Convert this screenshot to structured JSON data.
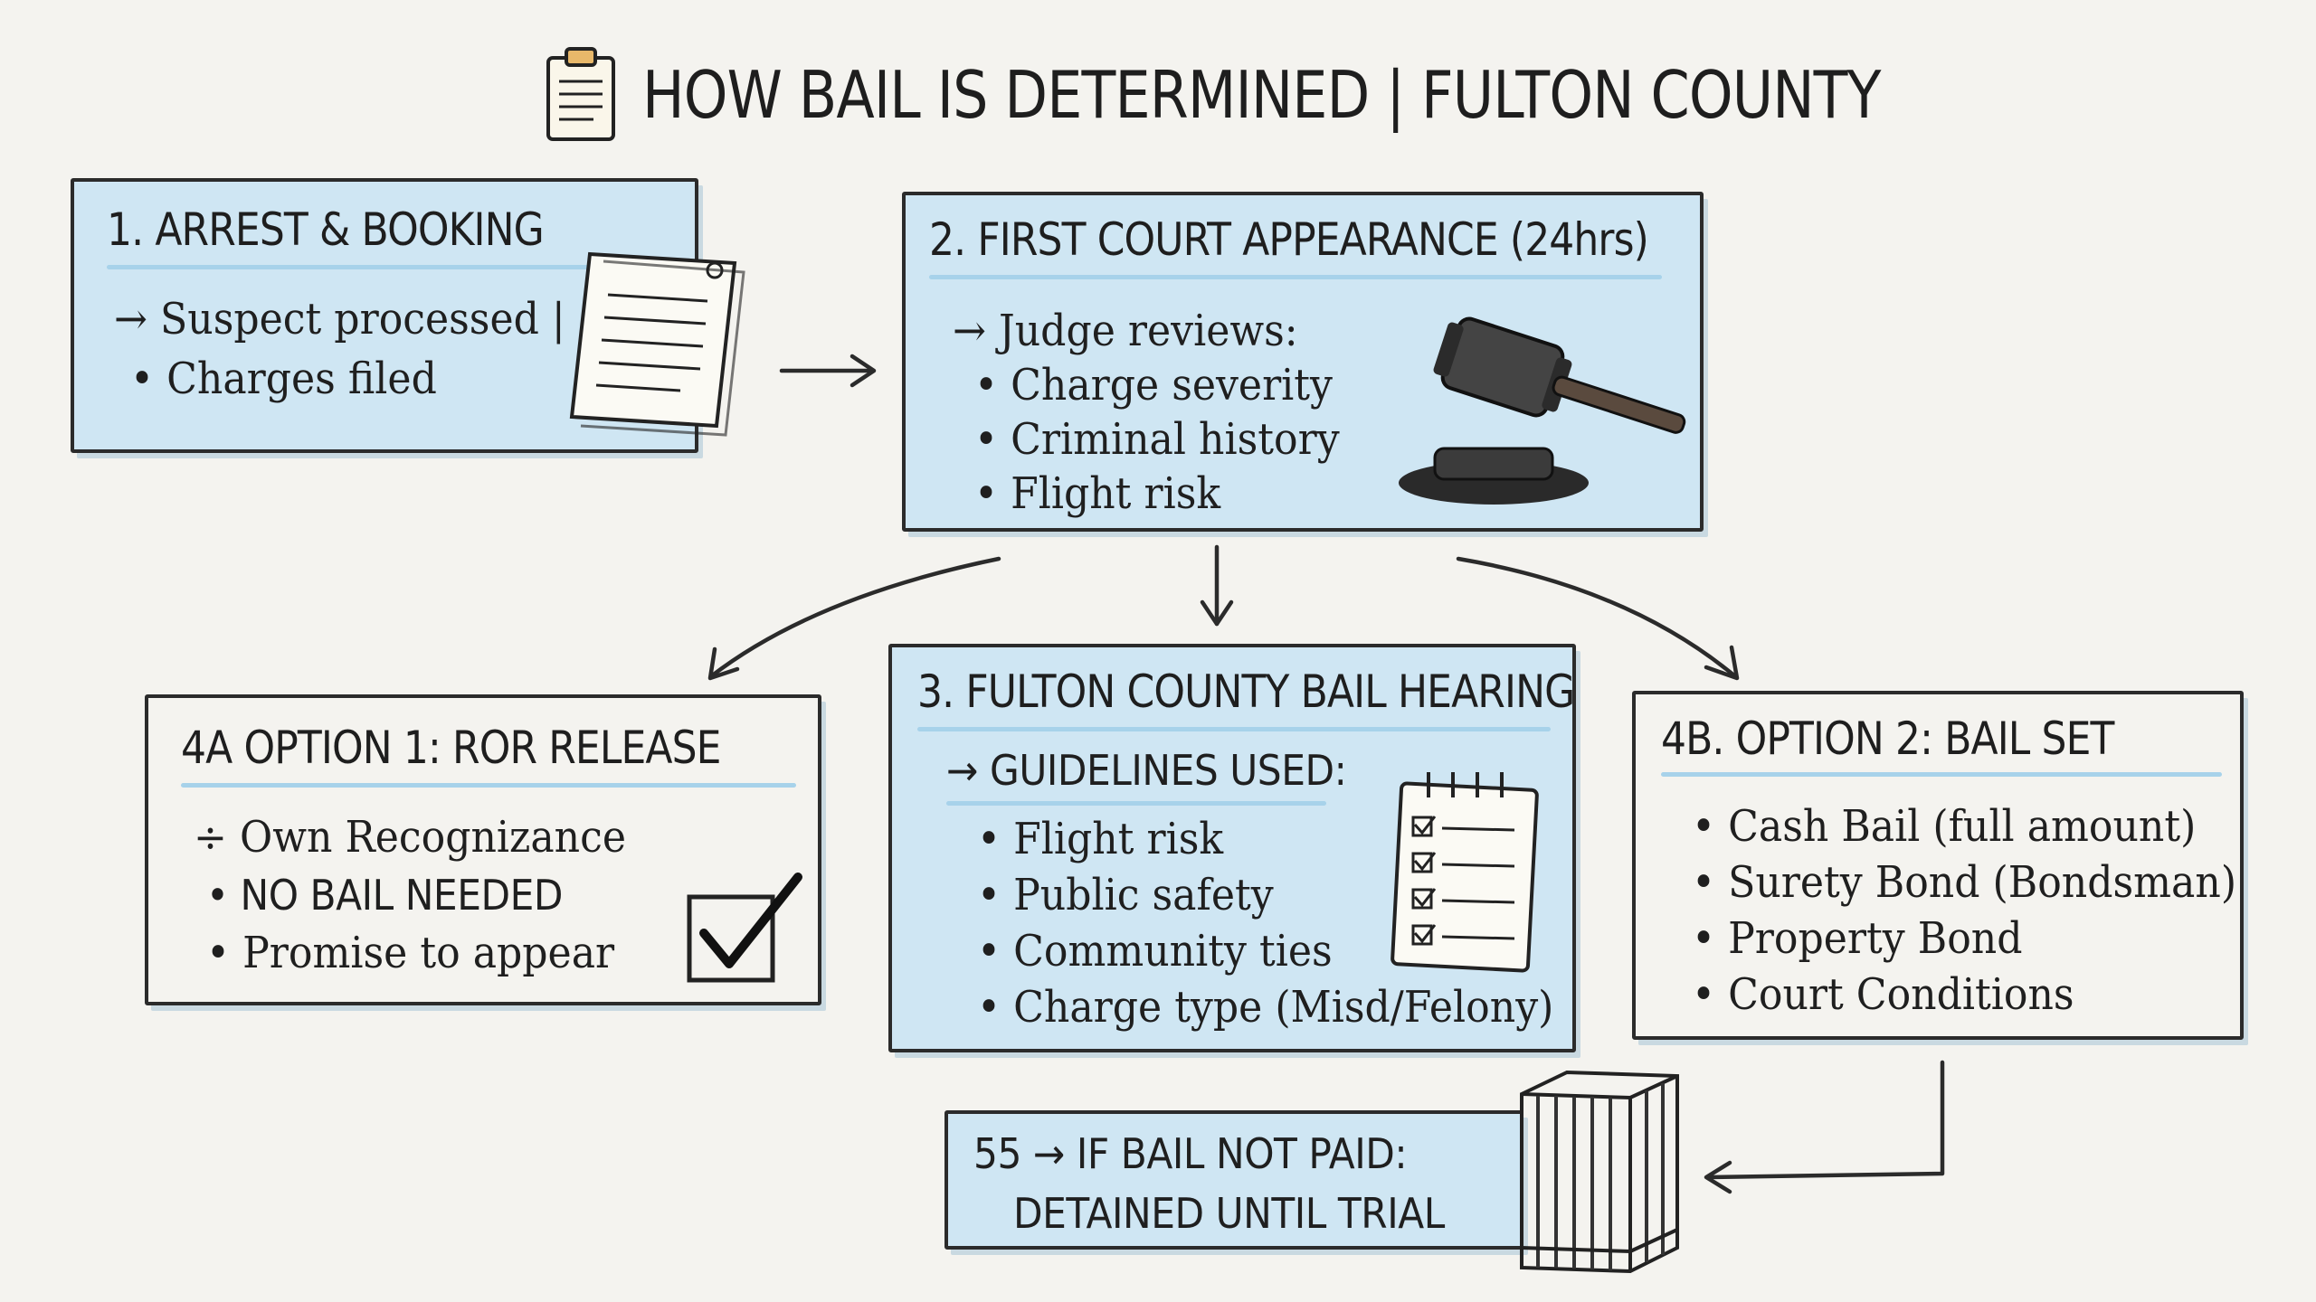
{
  "title": "HOW BAIL IS DETERMINED | FULTON COUNTY",
  "step1": {
    "title": "1. ARREST & BOOKING",
    "lines": [
      "→ Suspect processed |",
      "•  Charges filed"
    ]
  },
  "step2": {
    "title": "2. FIRST COURT APPEARANCE (24hrs)",
    "lines": [
      "→ Judge reviews:",
      "•  Charge severity",
      "•  Criminal history",
      "•  Flight risk"
    ]
  },
  "step3": {
    "title": "3. FULTON COUNTY BAIL HEARING",
    "subtitle": "→ GUIDELINES USED:",
    "lines": [
      "•  Flight risk",
      "•  Public safety",
      "•  Community ties",
      "•  Charge type (Misd/Felony)"
    ]
  },
  "step4a": {
    "title": "4A  OPTION 1: ROR RELEASE",
    "lines": [
      "÷  Own Recognizance",
      "•  NO BAIL NEEDED",
      "•  Promise to appear"
    ]
  },
  "step4b": {
    "title": "4B. OPTION 2: BAIL SET",
    "lines": [
      "•  Cash Bail (full amount)",
      "•  Surety Bond (Bondsman)",
      "•  Property Bond",
      "•  Court Conditions"
    ]
  },
  "step5": {
    "line1": "55 → IF BAIL NOT PAID:",
    "line2": "DETAINED UNTIL TRIAL"
  },
  "icons": {
    "title": "clipboard-icon",
    "step1": "document-icon",
    "step2": "gavel-icon",
    "step3": "checklist-notepad-icon",
    "step4a": "checkbox-checked-icon",
    "step5": "jail-cage-icon"
  },
  "colors": {
    "box_fill_blue": "#cfe6f3",
    "underline_blue": "#a7d2ea",
    "ink": "#222222",
    "background": "#f4f3ef"
  }
}
